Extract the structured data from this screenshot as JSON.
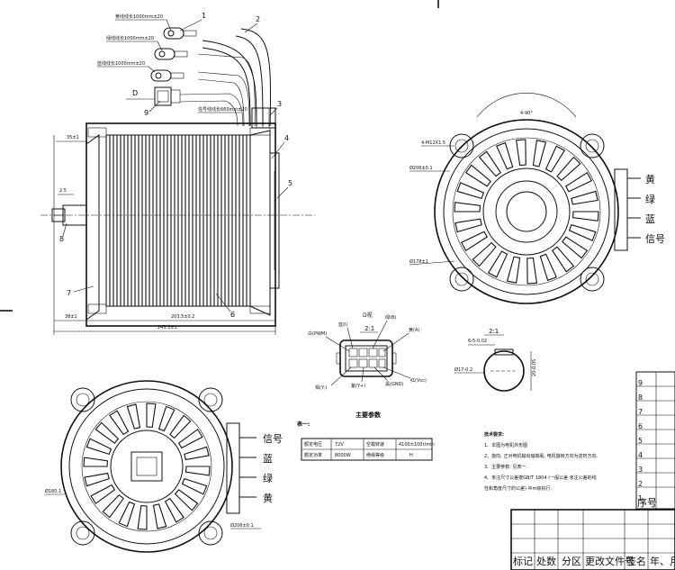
{
  "callouts": [
    "1",
    "2",
    "3",
    "4",
    "5",
    "6",
    "7",
    "8",
    "9"
  ],
  "leads": {
    "yellow": "黄线线长1000mm±20",
    "green": "绿线线长1000mm±20",
    "blue": "蓝线线长1000mm±20",
    "signal": "信号线线长660mm±20",
    "view_label": "D"
  },
  "side_dims": {
    "d35": "35±1",
    "d25": "2.5",
    "d38": "38±1",
    "d203": "203.5±0.2",
    "d245": "245.3±1"
  },
  "front_view": {
    "angle": "4-90°",
    "holes": "4-M12X1.5",
    "d206": "Ø206±0.1",
    "d178": "Ø178±1",
    "wires": [
      "黄",
      "绿",
      "蓝",
      "信号"
    ]
  },
  "connector": {
    "title": "D视",
    "scale": "2:1",
    "pins": {
      "blue": "蓝(I)",
      "green": "绿(B)",
      "white": "白(PWM)",
      "yellow": "黄(A)",
      "brown": "褐(Y-)",
      "black": "黑(GND)",
      "purple": "紫(Y+)",
      "red": "红(Vcc)"
    }
  },
  "keyway": {
    "scale": "2:1",
    "d1": "6-5-0.02",
    "d2": "Ø17-0.2",
    "d3": "20-0.05"
  },
  "params": {
    "title": "主要参数",
    "table_label": "表一:",
    "rows": [
      [
        "额定电压",
        "72V",
        "空载转速",
        "4100±100r/min"
      ],
      [
        "额定功率",
        "8000W",
        "绝缘等级",
        "H"
      ]
    ]
  },
  "rear_view": {
    "wires": [
      "信号",
      "蓝",
      "绿",
      "黄"
    ],
    "d160": "Ø160.1",
    "d206": "Ø206±0.1"
  },
  "tech": {
    "title": "技术要求:",
    "items": [
      "1、本图为电机外形图",
      "2、旋向: 正对电机输出轴端看, 电机旋转方向为逆时方向.",
      "3、主要参数: 见表一.",
      "4、未注尺寸公差按GB/T 1804 (一般公差 未注公差的线",
      "性和角度尺寸的公差) 中m级执行."
    ]
  },
  "title_block": {
    "numbers": [
      "9",
      "8",
      "7",
      "6",
      "5",
      "4",
      "3",
      "2",
      "1"
    ],
    "seq_header": "序号",
    "footer": [
      "标记",
      "处数",
      "分区",
      "更改文件号",
      "签名",
      "年、月"
    ]
  }
}
